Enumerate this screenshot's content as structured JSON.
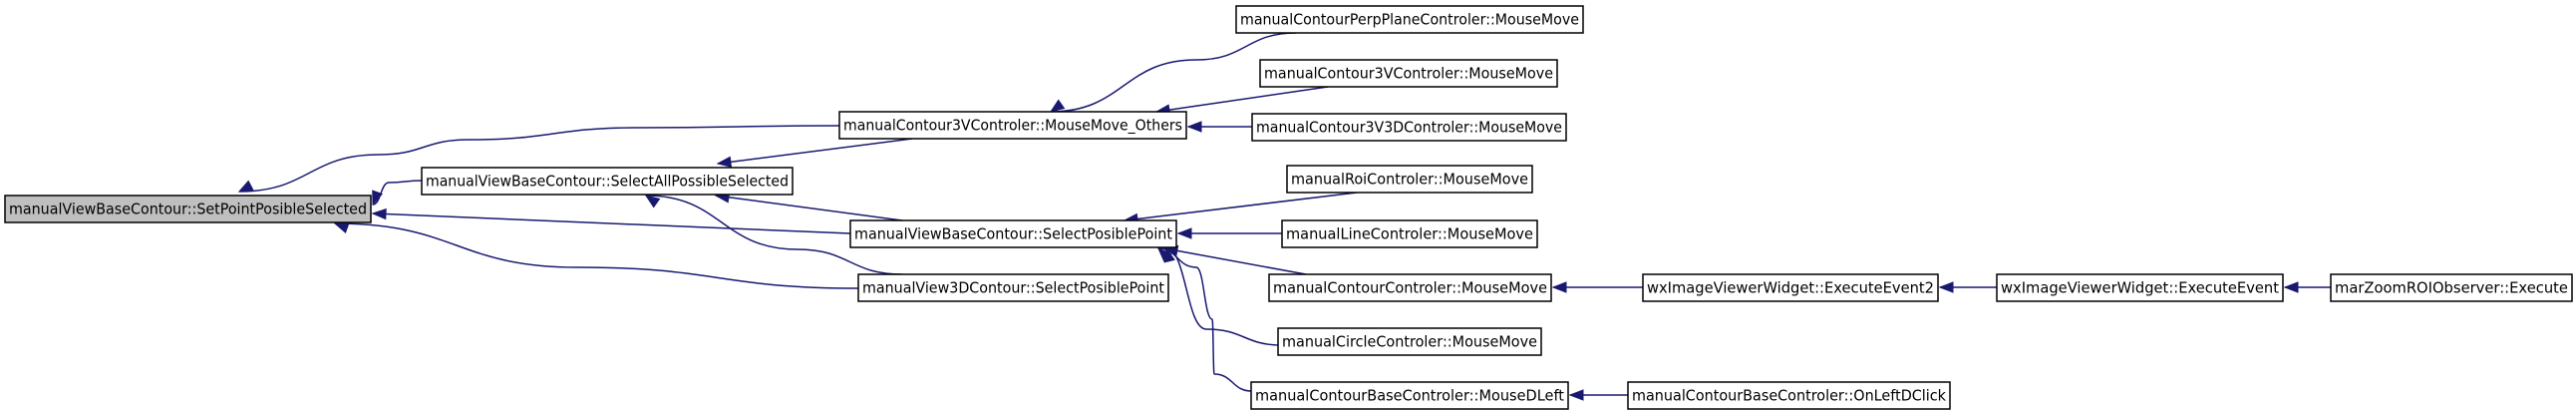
{
  "graph": {
    "nodes": [
      {
        "id": "n0",
        "label": "manualViewBaseContour::SetPointPosibleSelected",
        "root": true
      },
      {
        "id": "n1",
        "label": "manualViewBaseContour::SelectAllPossibleSelected"
      },
      {
        "id": "n2",
        "label": "manualContour3VControler::MouseMove_Others"
      },
      {
        "id": "n3",
        "label": "manualViewBaseContour::SelectPosiblePoint"
      },
      {
        "id": "n4",
        "label": "manualView3DContour::SelectPosiblePoint"
      },
      {
        "id": "n5",
        "label": "manualContourPerpPlaneControler::MouseMove"
      },
      {
        "id": "n6",
        "label": "manualContour3VControler::MouseMove"
      },
      {
        "id": "n7",
        "label": "manualContour3V3DControler::MouseMove"
      },
      {
        "id": "n8",
        "label": "manualRoiControler::MouseMove"
      },
      {
        "id": "n9",
        "label": "manualLineControler::MouseMove"
      },
      {
        "id": "n10",
        "label": "manualContourControler::MouseMove"
      },
      {
        "id": "n11",
        "label": "manualCircleControler::MouseMove"
      },
      {
        "id": "n12",
        "label": "manualContourBaseControler::MouseDLeft"
      },
      {
        "id": "n13",
        "label": "wxImageViewerWidget::ExecuteEvent2"
      },
      {
        "id": "n14",
        "label": "wxImageViewerWidget::ExecuteEvent"
      },
      {
        "id": "n15",
        "label": "marZoomROIObserver::Execute"
      },
      {
        "id": "n16",
        "label": "manualContourBaseControler::OnLeftDClick"
      }
    ],
    "edges": [
      {
        "from": "n1",
        "to": "n0"
      },
      {
        "from": "n2",
        "to": "n0"
      },
      {
        "from": "n3",
        "to": "n0"
      },
      {
        "from": "n4",
        "to": "n0"
      },
      {
        "from": "n2",
        "to": "n1"
      },
      {
        "from": "n3",
        "to": "n1"
      },
      {
        "from": "n4",
        "to": "n1"
      },
      {
        "from": "n5",
        "to": "n2"
      },
      {
        "from": "n6",
        "to": "n2"
      },
      {
        "from": "n7",
        "to": "n2"
      },
      {
        "from": "n8",
        "to": "n3"
      },
      {
        "from": "n9",
        "to": "n3"
      },
      {
        "from": "n10",
        "to": "n3"
      },
      {
        "from": "n11",
        "to": "n3"
      },
      {
        "from": "n12",
        "to": "n3"
      },
      {
        "from": "n13",
        "to": "n10"
      },
      {
        "from": "n14",
        "to": "n13"
      },
      {
        "from": "n15",
        "to": "n14"
      },
      {
        "from": "n16",
        "to": "n12"
      }
    ]
  }
}
